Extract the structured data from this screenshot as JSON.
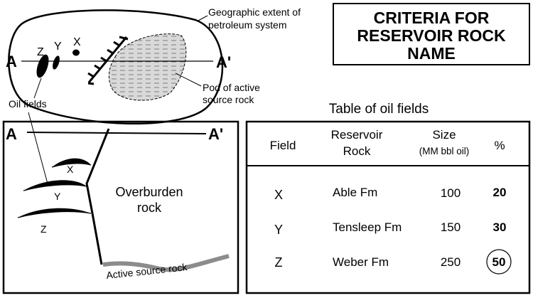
{
  "title": {
    "line1": "CRITERIA FOR",
    "line2": "RESERVOIR ROCK",
    "line3": "NAME"
  },
  "map": {
    "extent_label_1": "Geographic extent of",
    "extent_label_2": "petroleum system",
    "pod_label_1": "Pod of active",
    "pod_label_2": "source rock",
    "oil_fields_label": "Oil fields",
    "section_left": "A",
    "section_right": "A'",
    "field_z": "Z",
    "field_y": "Y",
    "field_x": "X"
  },
  "cross_section": {
    "left": "A",
    "right": "A'",
    "field_x": "X",
    "field_y": "Y",
    "field_z": "Z",
    "overburden_1": "Overburden",
    "overburden_2": "rock",
    "source_rock": "Active source rock"
  },
  "table": {
    "caption": "Table of oil fields",
    "headers": {
      "field": "Field",
      "reservoir_1": "Reservoir",
      "reservoir_2": "Rock",
      "size_1": "Size",
      "size_2": "(MM bbl oil)",
      "percent": "%"
    },
    "rows": [
      {
        "field": "X",
        "rock": "Able Fm",
        "size": "100",
        "percent": "20"
      },
      {
        "field": "Y",
        "rock": "Tensleep Fm",
        "size": "150",
        "percent": "30"
      },
      {
        "field": "Z",
        "rock": "Weber Fm",
        "size": "250",
        "percent": "50"
      }
    ]
  },
  "colors": {
    "line": "#000000",
    "pod_fill": "#d9d9d9",
    "source_rock": "#8c8c8c"
  }
}
